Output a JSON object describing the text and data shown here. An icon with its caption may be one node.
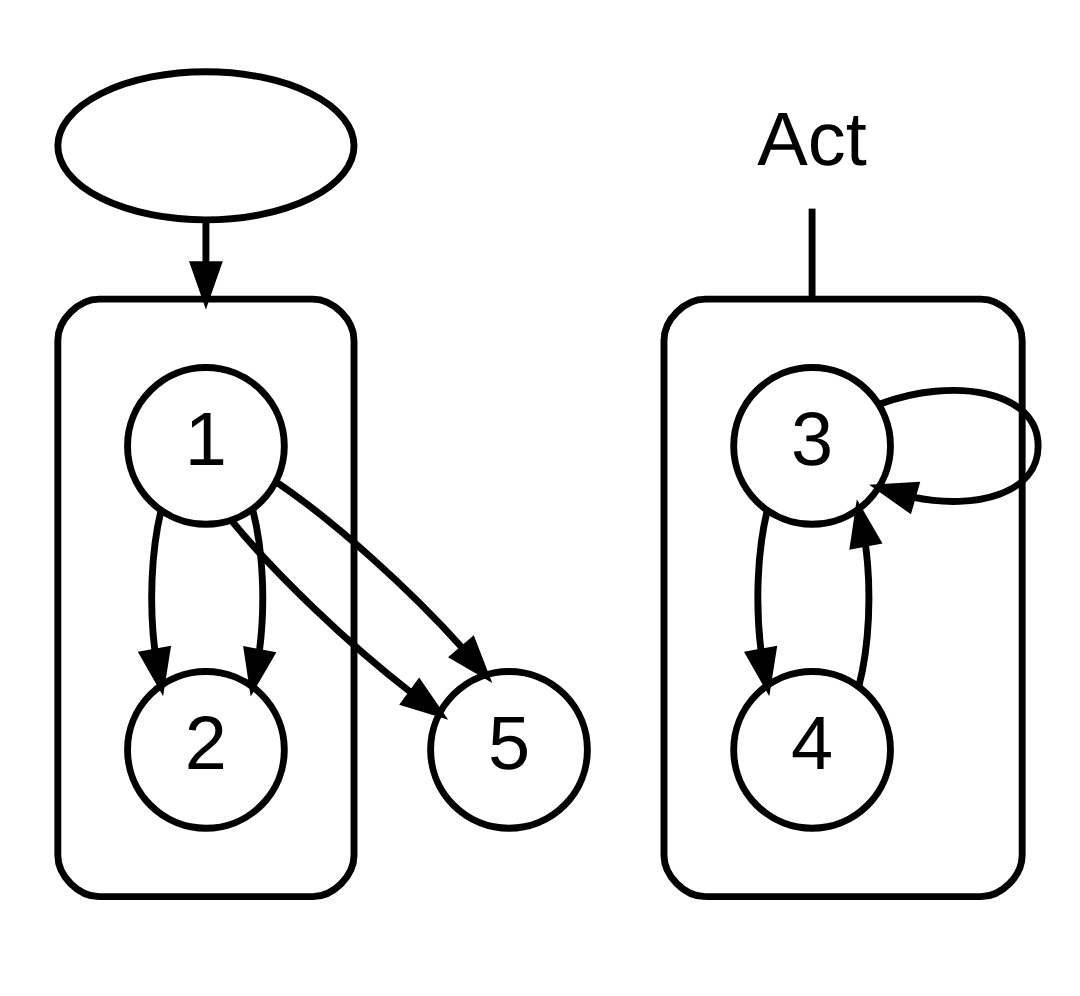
{
  "diagram": {
    "nodes": [
      {
        "text": [],
        "shape": "ellipse"
      },
      {
        "text": [],
        "shape": "ellipse"
      },
      {
        "text": [
          "1"
        ],
        "in": 1
      },
      {
        "text": [
          "2"
        ],
        "in": 1
      },
      {
        "text": [
          "5"
        ]
      },
      {
        "text": [],
        "shape": "ellipse"
      },
      {
        "text": [
          "3"
        ],
        "in": 5
      },
      {
        "text": [
          "4"
        ],
        "in": 5
      },
      {
        "text": [
          "Act"
        ]
      }
    ],
    "edges": [
      {
        "from": 0,
        "to": 1,
        "arrow": "to"
      },
      {
        "from": 2,
        "to": 3,
        "arrow": "to"
      },
      {
        "from": 2,
        "to": 3,
        "arrow": "to"
      },
      {
        "from": 2,
        "to": 4,
        "arrow": "to"
      },
      {
        "from": 2,
        "to": 4,
        "arrow": "to"
      },
      {
        "from": 6,
        "to": 6,
        "arrow": "to"
      },
      {
        "from": 6,
        "to": 7,
        "arrow": "to"
      },
      {
        "from": 7,
        "to": 6,
        "arrow": "to"
      },
      {
        "from": 8,
        "to": 5,
        "arrow": "none"
      }
    ]
  }
}
